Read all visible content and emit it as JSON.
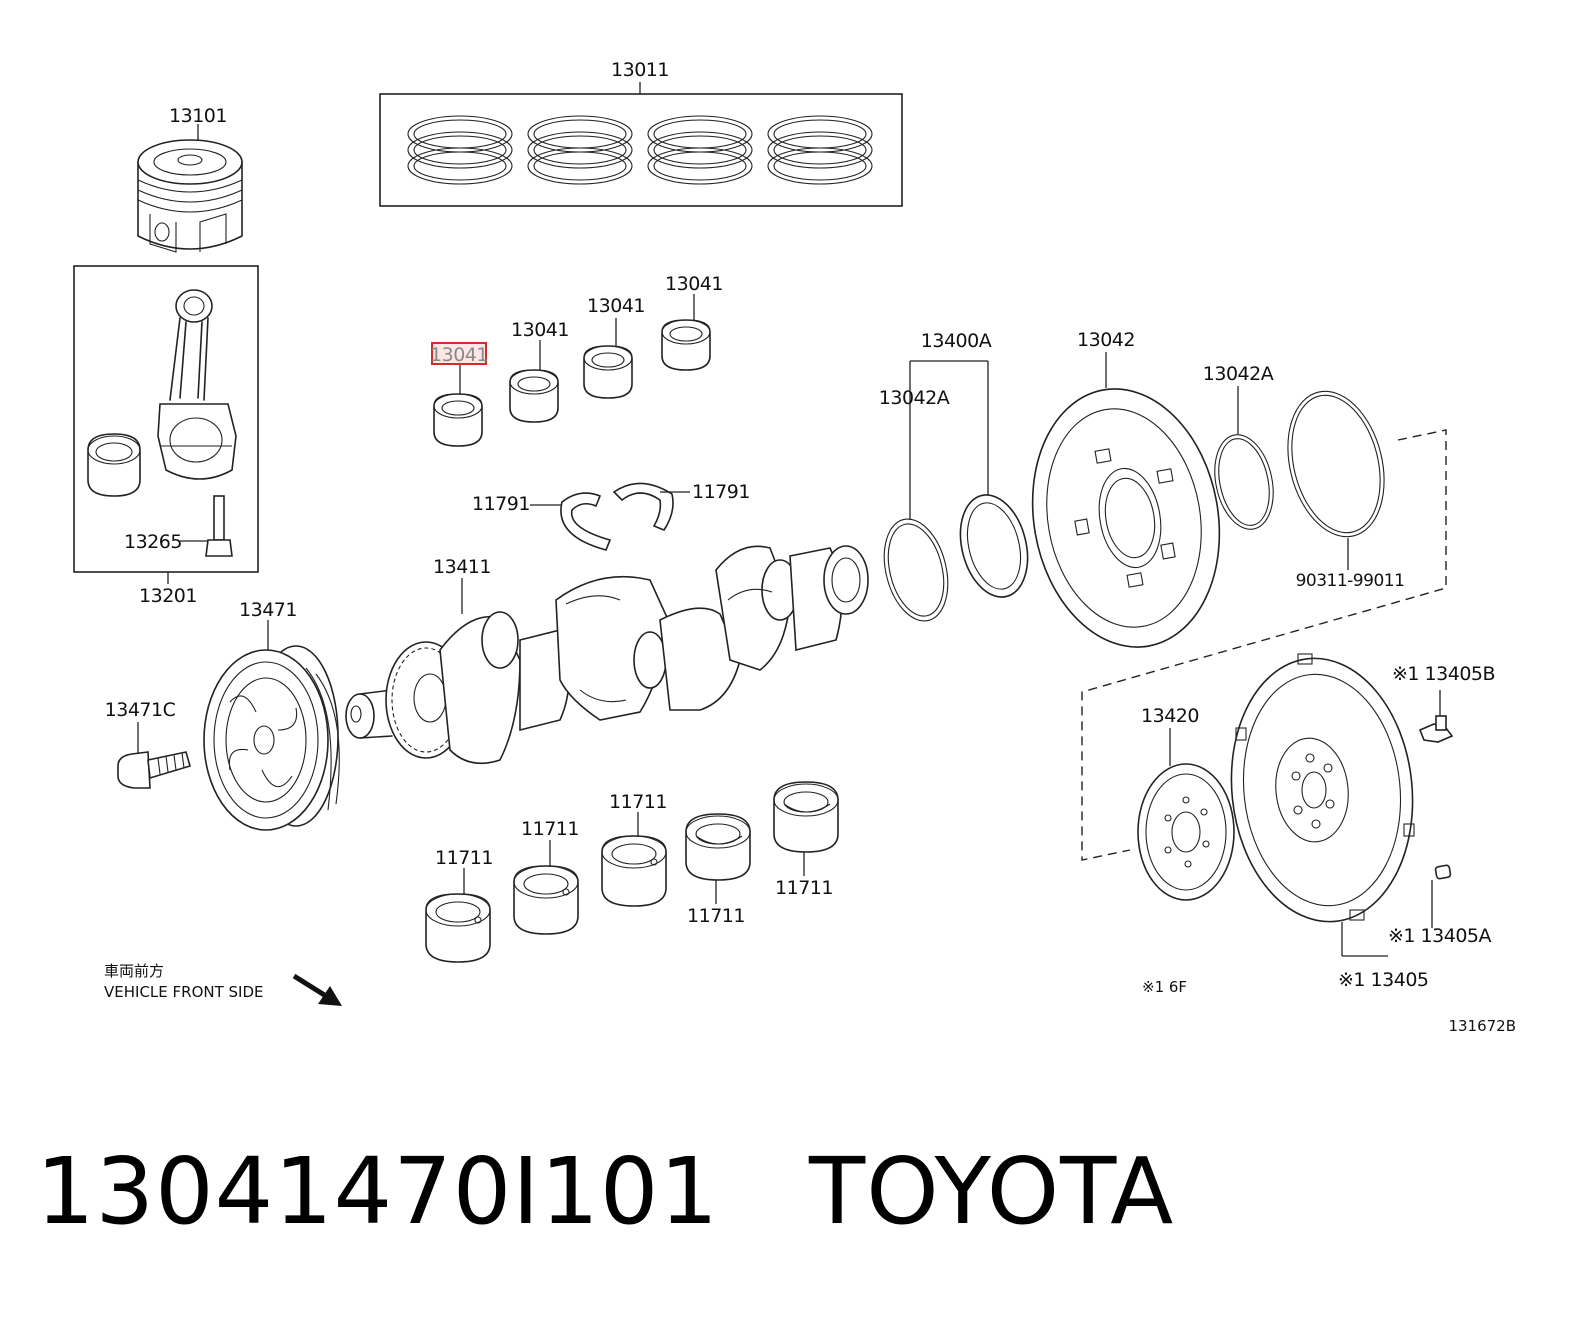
{
  "labels": {
    "piston": "13101",
    "ring_set": "13011",
    "conrod_assy": "13201",
    "conrod_bolt": "13265",
    "bearing_selected": "13041",
    "bearing_2": "13041",
    "bearing_3": "13041",
    "bearing_4": "13041",
    "thrust_washer_left": "11791",
    "thrust_washer_right": "11791",
    "crankshaft": "13411",
    "pulley": "13471",
    "pulley_bolt": "13471C",
    "oil_seal_group": "13400A",
    "oil_seal_a": "13042A",
    "ring_gear": "13042",
    "oil_seal_b": "13042A",
    "oring": "90311-99011",
    "main_bearing_1": "11711",
    "main_bearing_2": "11711",
    "main_bearing_3": "11711",
    "main_bearing_4": "11711",
    "main_bearing_5": "11711",
    "damper": "13420",
    "flywheel_bolt": "※1 13405B",
    "flywheel_pin": "※1 13405A",
    "flywheel": "※1 13405",
    "note_code": "※1 6F"
  },
  "direction": {
    "jp": "車両前方",
    "en": "VEHICLE FRONT SIDE"
  },
  "illustration_id": "131672B",
  "caption": {
    "part_number": "13041470I101",
    "brand": "TOYOTA"
  },
  "colors": {
    "line": "#222222",
    "highlight_stroke": "#d62a2a",
    "highlight_fill": "#fde6e6"
  }
}
